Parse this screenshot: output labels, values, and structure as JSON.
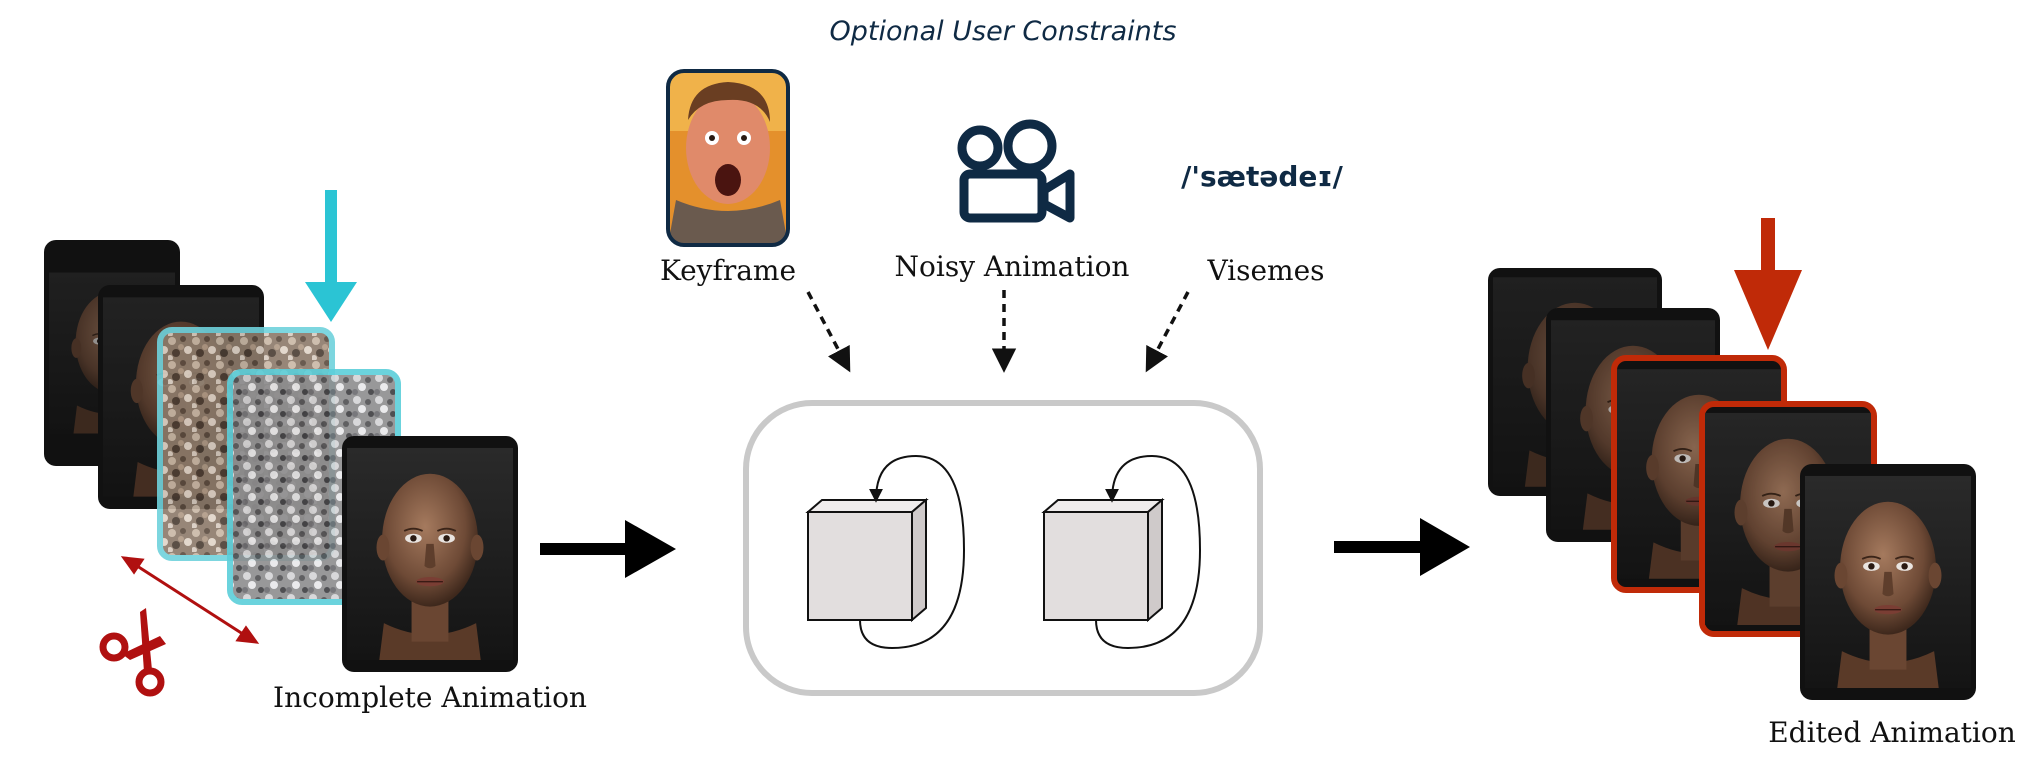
{
  "title": "Optional User Constraints",
  "constraints": {
    "keyframe": "Keyframe",
    "noisy_animation": "Noisy Animation",
    "visemes": "Visemes",
    "phonetic": "/'sætədeɪ/"
  },
  "input_label": "Incomplete Animation",
  "output_label": "Edited Animation",
  "colors": {
    "input_highlight": "#2bc4d4",
    "output_highlight": "#c02a08",
    "scissors": "#b01010",
    "icon_dark": "#0f2a44",
    "model_box": "#c9c9c9",
    "cube_fill": "#e2dede"
  },
  "icons": {
    "scissors": "scissors-icon",
    "camera": "video-camera-icon",
    "keyframe_photo": "surprised-face-photo"
  }
}
